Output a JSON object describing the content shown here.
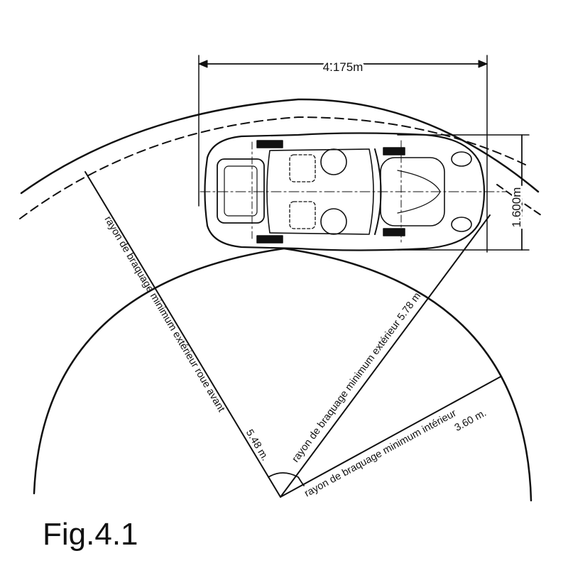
{
  "figure": {
    "caption": "Fig.4.1",
    "dimensions": {
      "length": "4.175m",
      "width": "1.600m"
    },
    "radii": {
      "front_wheel_outer": {
        "line1": "rayon de braquage minimum extérieur roue avant",
        "line2": "5.48 m."
      },
      "outer": "rayon de braquage minimum extérieur 5.78 m.",
      "inner": {
        "line1": "rayon de braquage minimum intérieur",
        "line2": "3.60 m."
      }
    }
  }
}
